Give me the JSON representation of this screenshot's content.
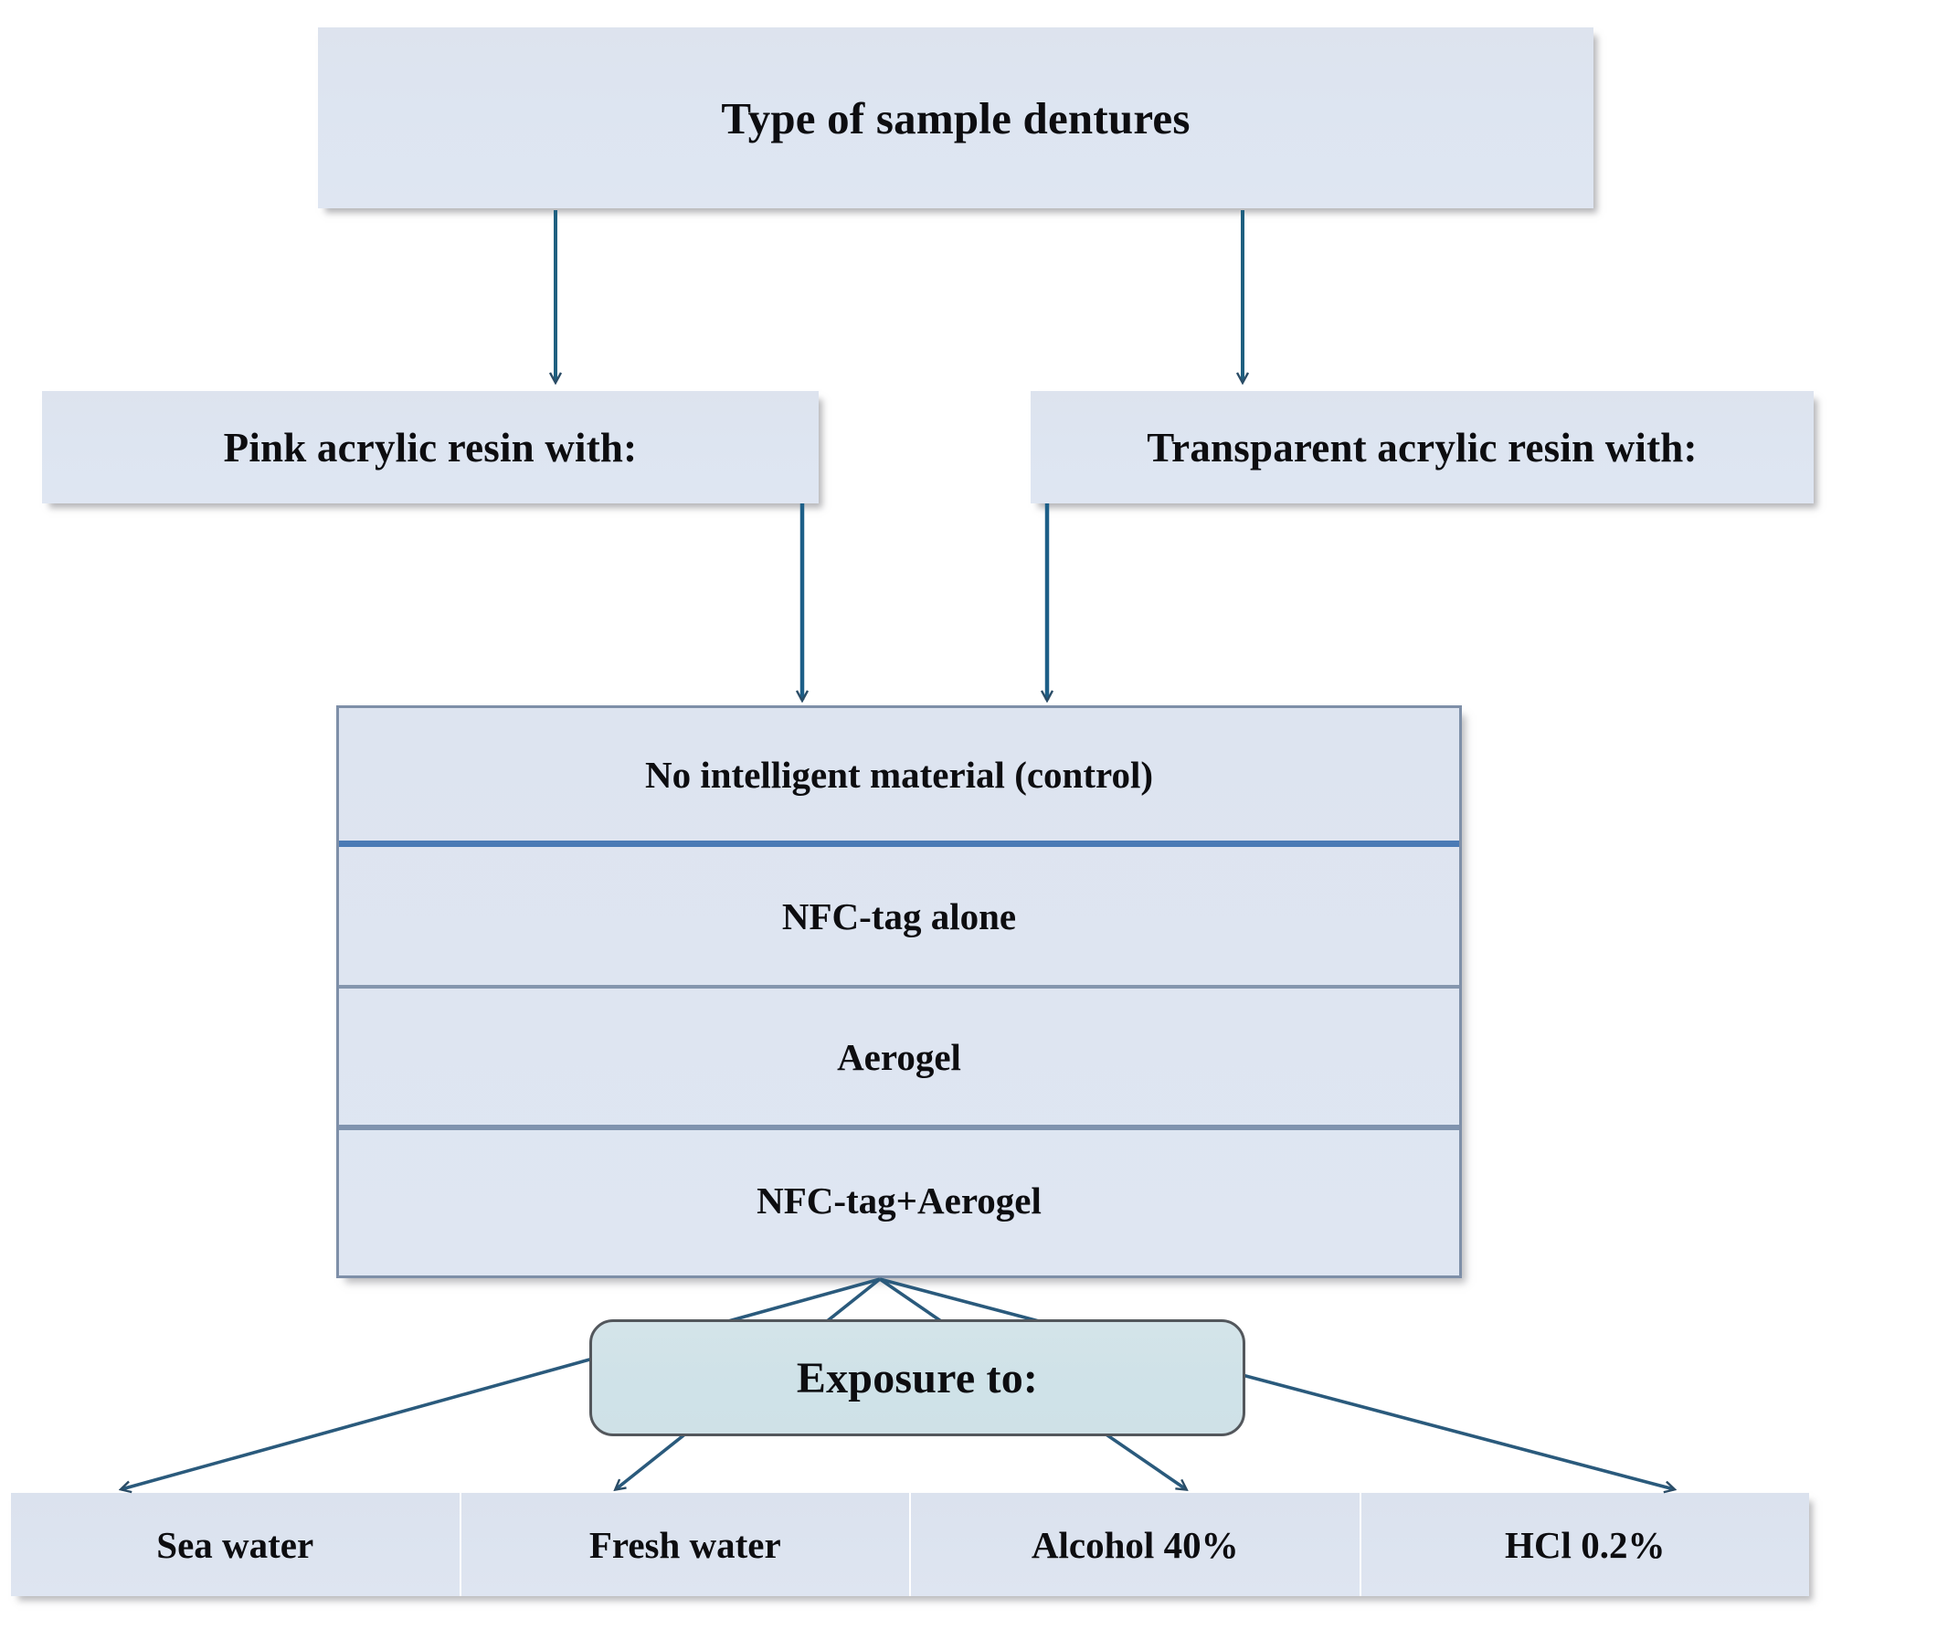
{
  "diagram": {
    "title_node": {
      "label": "Type of sample dentures"
    },
    "resin_types": [
      {
        "label": "Pink acrylic resin with:"
      },
      {
        "label": "Transparent acrylic resin with:"
      }
    ],
    "material_groups": [
      {
        "label": "No intelligent material (control)"
      },
      {
        "label": "NFC-tag alone"
      },
      {
        "label": "Aerogel"
      },
      {
        "label": "NFC-tag+Aerogel"
      }
    ],
    "exposure_node": {
      "label": "Exposure to:"
    },
    "exposure_media": [
      {
        "label": "Sea water"
      },
      {
        "label": "Fresh water"
      },
      {
        "label": "Alcohol 40%"
      },
      {
        "label": "HCl 0.2%"
      }
    ],
    "colors": {
      "node_fill": "#dde4f0",
      "exposure_fill": "#d2e3e9",
      "arrow": "#1f5f87",
      "divider_strong": "#4a7ab5",
      "divider_light": "#8496ae",
      "border": "#7e8fa8",
      "text": "#0d0d10"
    }
  }
}
